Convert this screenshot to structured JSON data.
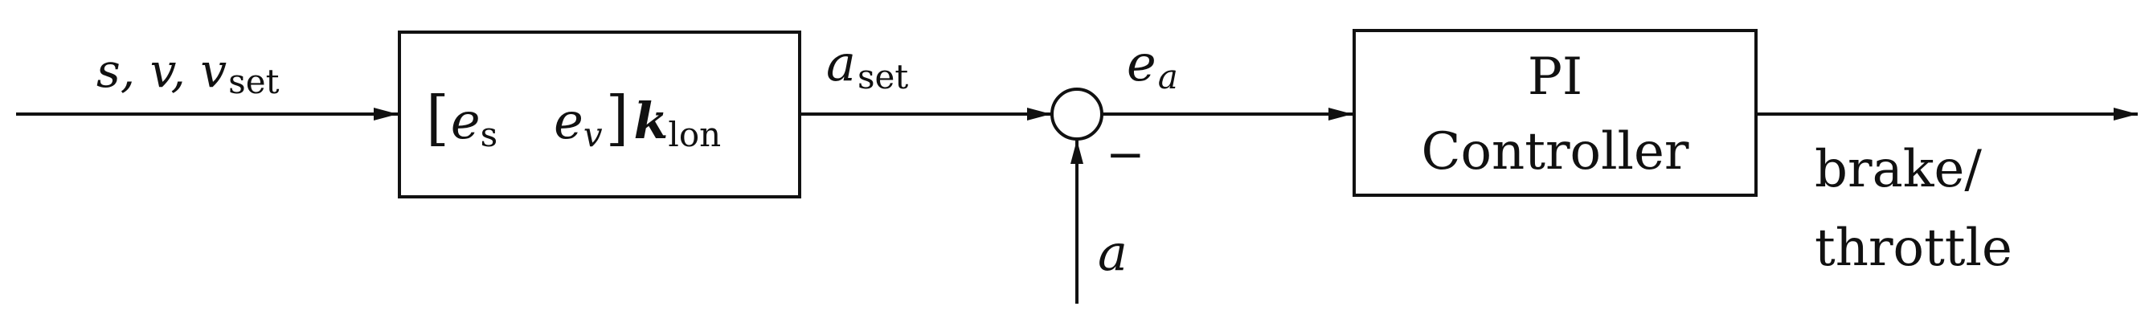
{
  "input_signals": "s, v, v",
  "input_signals_sub": "set",
  "gain_block": {
    "left_bracket": "[",
    "e_s": "e",
    "e_s_sub": "s",
    "e_v": "e",
    "e_v_sub": "v",
    "right_bracket": "]",
    "k": "k",
    "k_sub": "lon"
  },
  "a_set": "a",
  "a_set_sub": "set",
  "error": "e",
  "error_sub": "a",
  "minus_sign": "−",
  "feedback": "a",
  "controller": {
    "line1": "PI",
    "line2": "Controller"
  },
  "output": {
    "line1": "brake/",
    "line2": "throttle"
  }
}
